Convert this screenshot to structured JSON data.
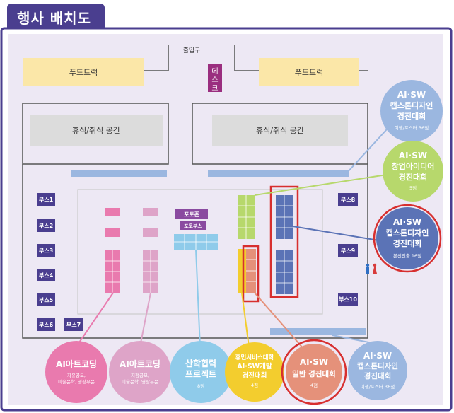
{
  "title": "행사 배치도",
  "entrance": "출입구",
  "desk": [
    "데",
    "스",
    "크"
  ],
  "food_truck": "푸드트럭",
  "rest_area": "휴식/취식 공간",
  "booths": [
    "부스1",
    "부스2",
    "부스3",
    "부스4",
    "부스5",
    "부스6",
    "부스7",
    "부스8",
    "부스9",
    "부스10"
  ],
  "photo_zone": "포토존",
  "photo_booth": "포토부스",
  "callouts": {
    "aisw_capstone_top": {
      "lines": [
        "AI·SW",
        "캡스톤디자인",
        "경진대회"
      ],
      "sub": "이젤/포스터 36점",
      "color": "#9bb7e0"
    },
    "aisw_startup": {
      "lines": [
        "AI·SW",
        "창업아이디어",
        "경진대회"
      ],
      "sub": "5점",
      "color": "#b7d86c"
    },
    "aisw_capstone_mid": {
      "lines": [
        "AI·SW",
        "캡스톤디자인",
        "경진대회"
      ],
      "sub": "본선진출 16점",
      "color": "#5b73b6"
    },
    "ai_art_1": {
      "lines": [
        "AI아트코딩"
      ],
      "sub1": "자유공모,",
      "sub2": "미술문학, 영상부문",
      "color": "#e97aae"
    },
    "ai_art_2": {
      "lines": [
        "AI아트코딩"
      ],
      "sub1": "지정공모,",
      "sub2": "미술문학, 영상부문",
      "color": "#dea4c8"
    },
    "industry_project": {
      "lines": [
        "산학협력",
        "프로젝트"
      ],
      "sub": "8점",
      "color": "#8fcbea"
    },
    "human_service": {
      "lines": [
        "휴먼서비스대학",
        "AI·SW개발",
        "경진대회"
      ],
      "sub": "4점",
      "color": "#f3cd2e"
    },
    "general_contest": {
      "lines": [
        "AI·SW",
        "일반 경진대회"
      ],
      "sub": "4점",
      "color": "#e5917a"
    },
    "aisw_capstone_bottom": {
      "lines": [
        "AI·SW",
        "캡스톤디자인",
        "경진대회"
      ],
      "sub": "이젤/포스터 36점",
      "color": "#9bb7e0"
    }
  },
  "colors": {
    "accent": "#4a3e8f",
    "floor": "#ede8f4",
    "booth": "#4a3e8f",
    "highlight": "#d72f2f",
    "purple_box": "#8a4aa0",
    "desk": "#9a2e7f",
    "food": "#fbe7a8",
    "rest": "#dcdcdc"
  }
}
